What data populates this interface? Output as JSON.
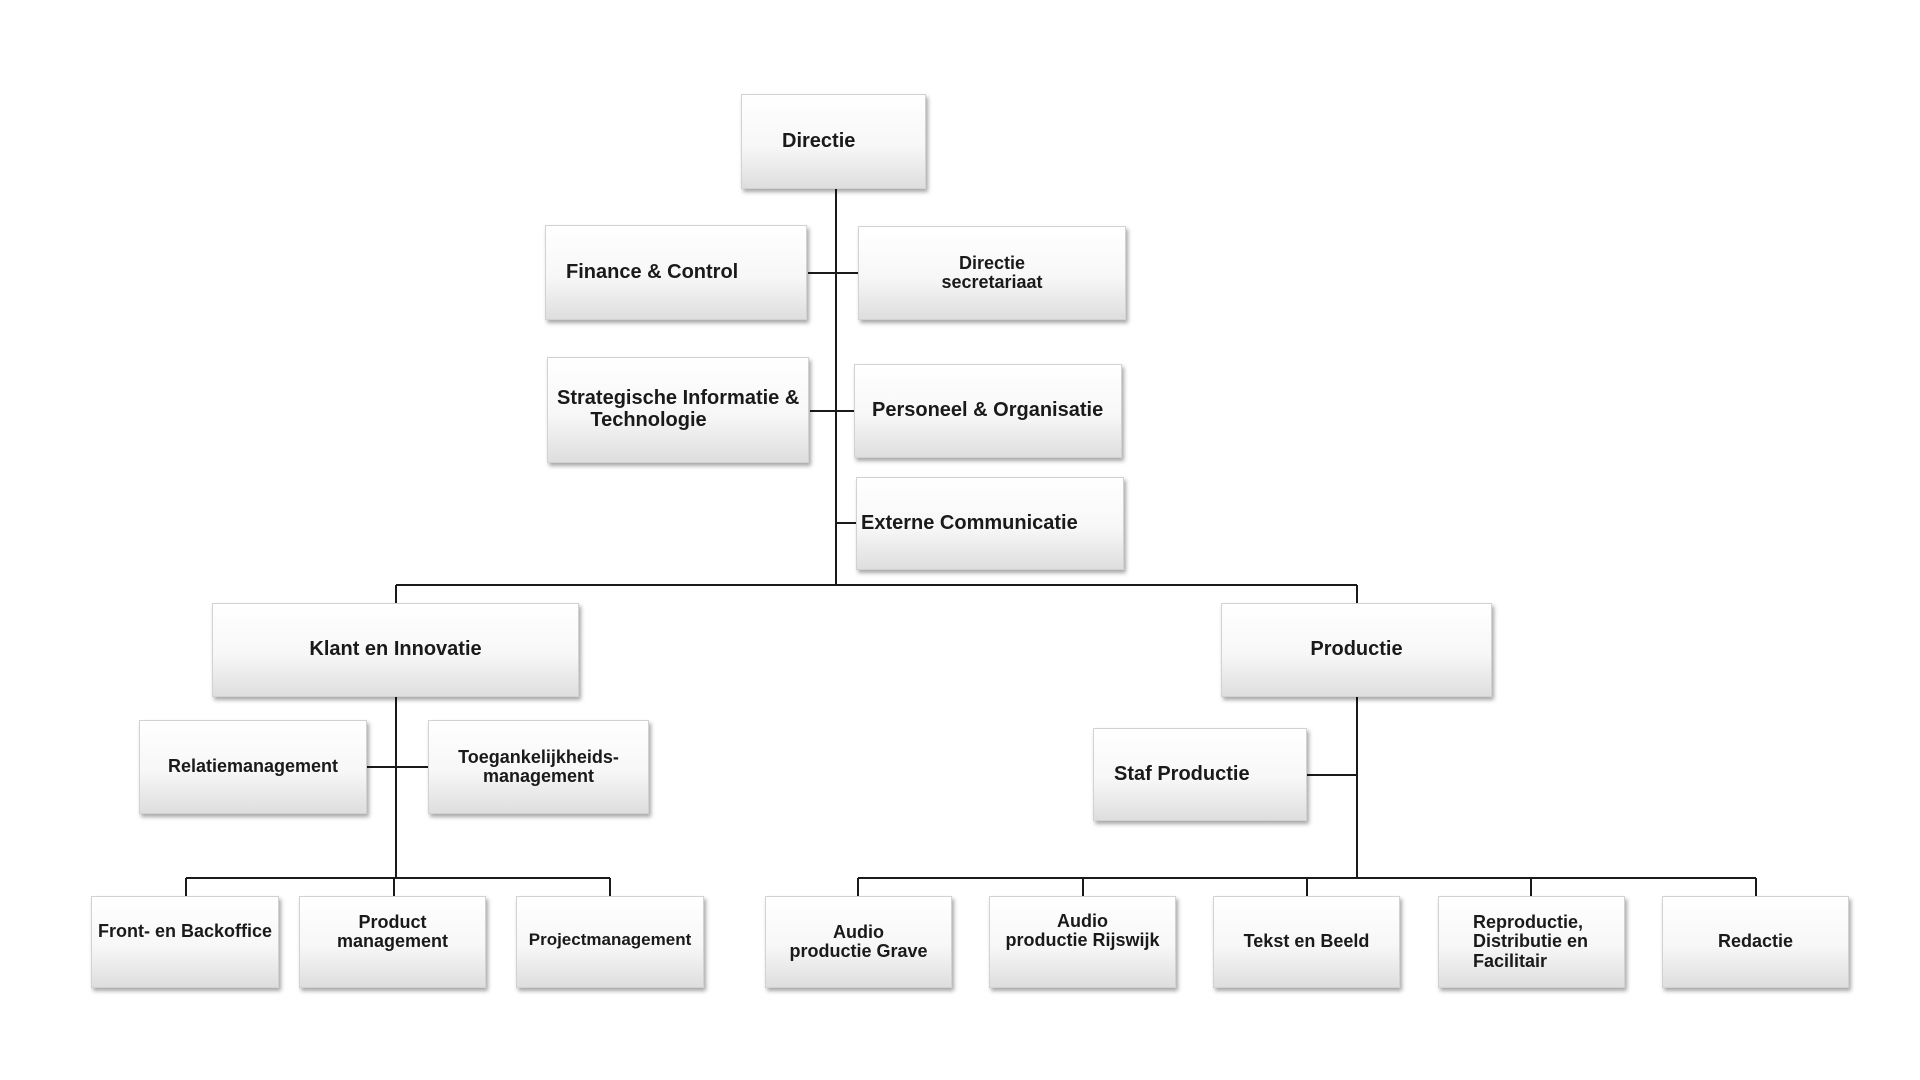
{
  "org_chart": {
    "top": {
      "label": "Directie"
    },
    "staff": {
      "finance": {
        "label": "Finance & Control"
      },
      "secretariaat": {
        "label": "Directie\nsecretariaat"
      },
      "sit": {
        "label": "Strategische Informatie &\n      Technologie"
      },
      "po": {
        "label": "Personeel & Organisatie"
      },
      "extern": {
        "label": "Externe Communicatie"
      }
    },
    "divisions": {
      "klant": {
        "label": "Klant en Innovatie",
        "staff": [
          {
            "label": "Relatiemanagement"
          },
          {
            "label": "Toegankelijkheids-\nmanagement"
          }
        ],
        "units": [
          {
            "label": "Front- en Backoffice"
          },
          {
            "label": "Product\nmanagement"
          },
          {
            "label": "Projectmanagement"
          }
        ]
      },
      "productie": {
        "label": "Productie",
        "staff": [
          {
            "label": "Staf Productie"
          }
        ],
        "units": [
          {
            "label": "Audio\nproductie Grave"
          },
          {
            "label": "Audio\nproductie Rijswijk"
          },
          {
            "label": "Tekst en Beeld"
          },
          {
            "label": "Reproductie,\nDistributie en\nFacilitair"
          },
          {
            "label": "Redactie"
          }
        ]
      }
    }
  }
}
